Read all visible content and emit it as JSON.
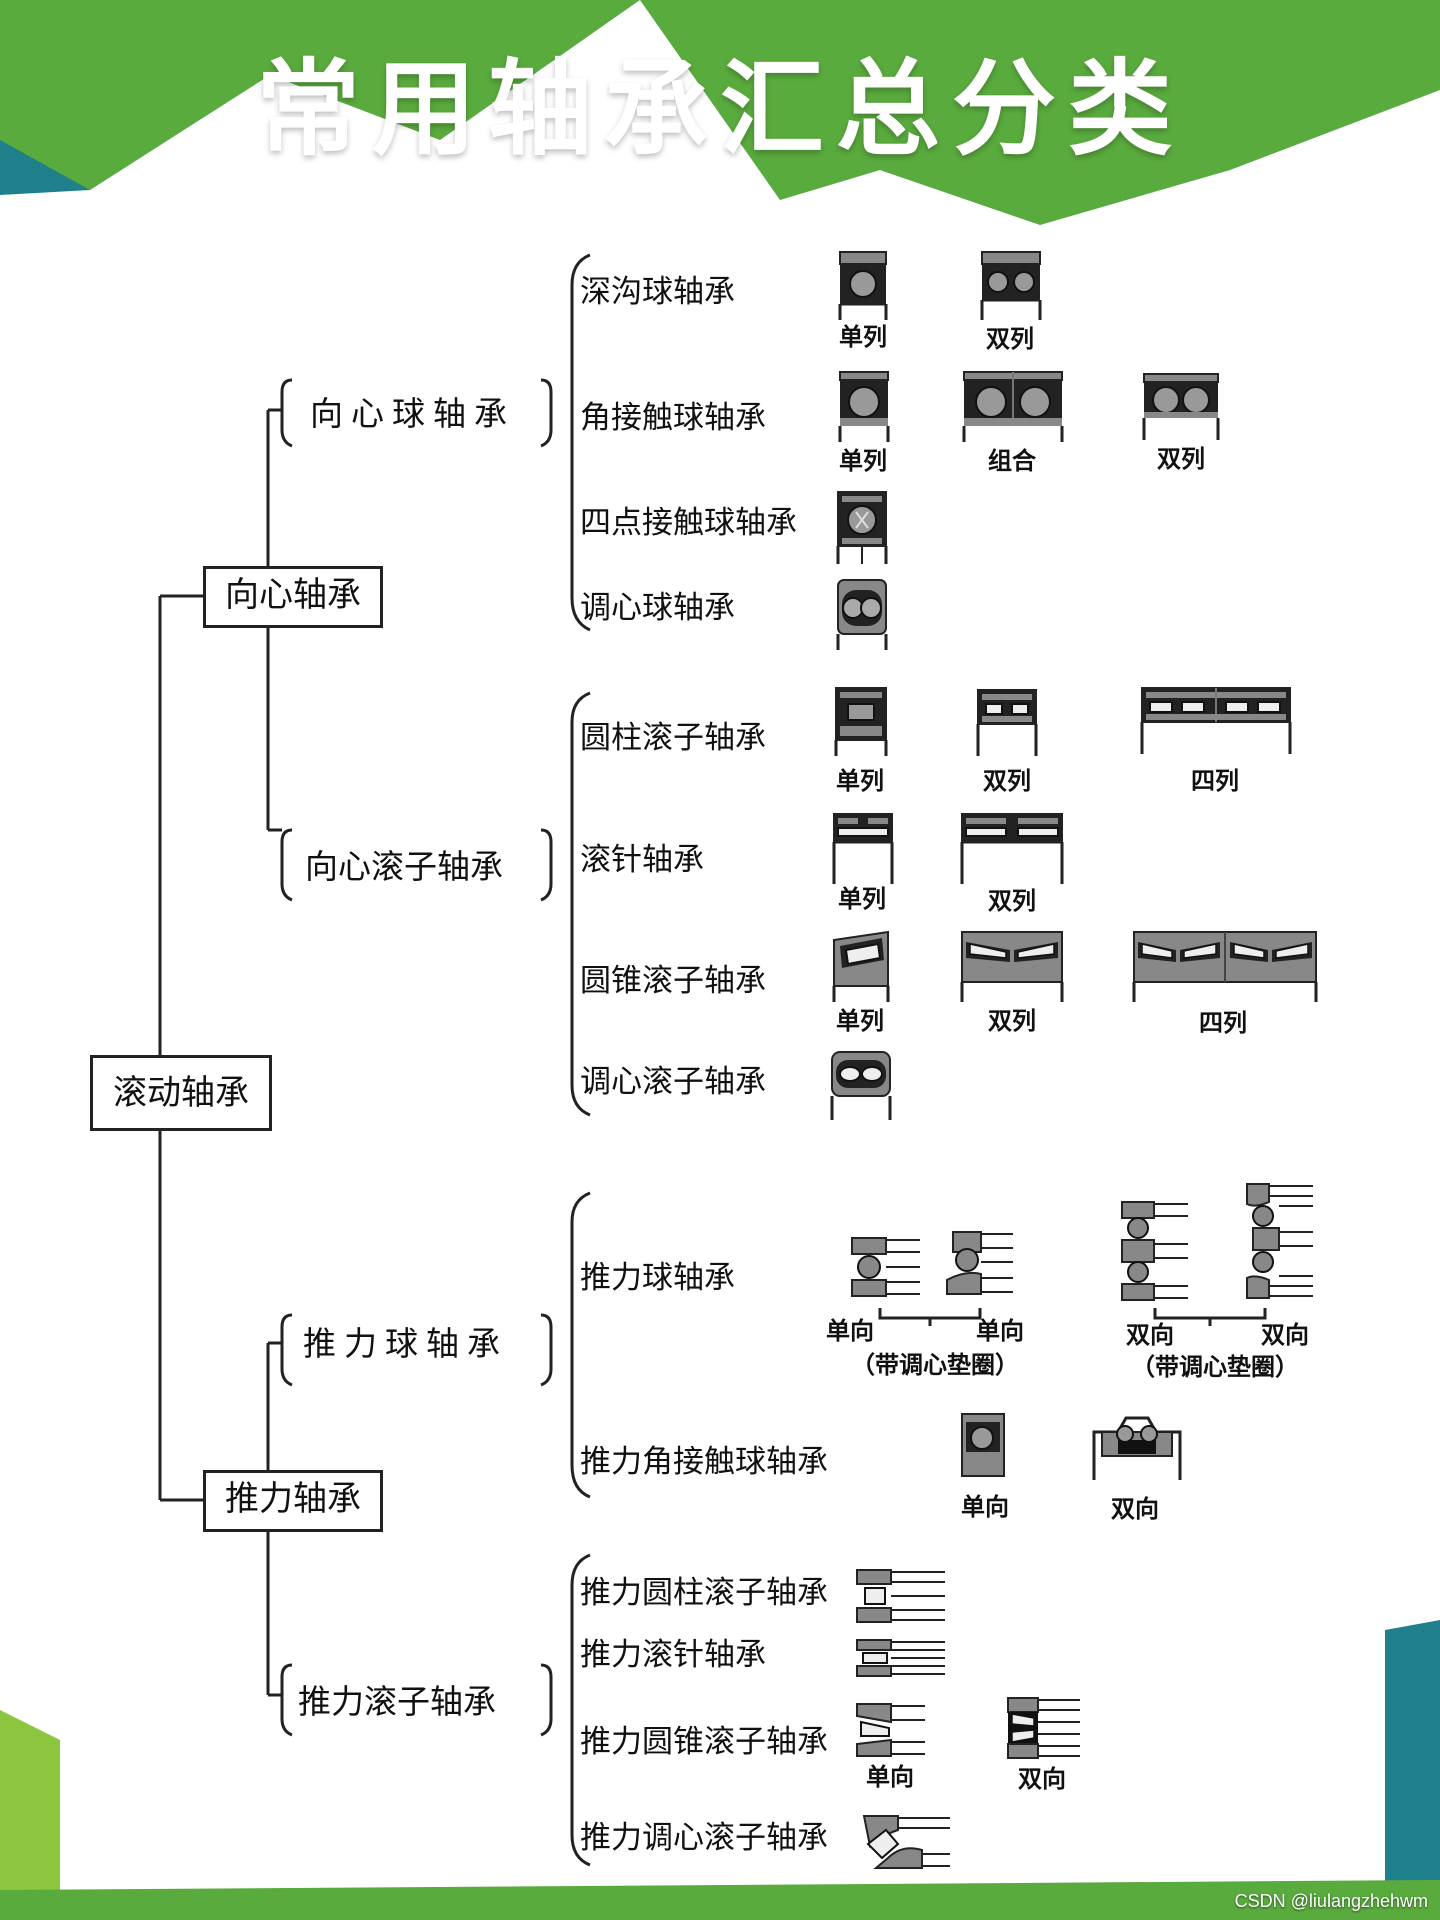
{
  "colors": {
    "teal": "#1f7f8a",
    "green": "#5aab3e",
    "lime": "#8cc63f",
    "line": "#222222",
    "icon_gray": "#8c8c8c"
  },
  "title": "常用轴承汇总分类",
  "root": "滚动轴承",
  "level1": [
    {
      "label": "向心轴承",
      "groups": [
        {
          "label": "向心球轴承",
          "types": [
            {
              "name": "深沟球轴承",
              "variants": [
                "单列",
                "双列"
              ]
            },
            {
              "name": "角接触球轴承",
              "variants": [
                "单列",
                "组合",
                "双列"
              ]
            },
            {
              "name": "四点接触球轴承",
              "variants": []
            },
            {
              "name": "调心球轴承",
              "variants": []
            }
          ]
        },
        {
          "label": "向心滚子轴承",
          "types": [
            {
              "name": "圆柱滚子轴承",
              "variants": [
                "单列",
                "双列",
                "四列"
              ]
            },
            {
              "name": "滚针轴承",
              "variants": [
                "单列",
                "双列"
              ]
            },
            {
              "name": "圆锥滚子轴承",
              "variants": [
                "单列",
                "双列",
                "四列"
              ]
            },
            {
              "name": "调心滚子轴承",
              "variants": []
            }
          ]
        }
      ]
    },
    {
      "label": "推力轴承",
      "groups": [
        {
          "label": "推力球轴承",
          "types": [
            {
              "name": "推力球轴承",
              "variants": [
                "单向",
                "单向",
                "（带调心垫圈）",
                "双向",
                "双向",
                "（带调心垫圈）"
              ]
            },
            {
              "name": "推力角接触球轴承",
              "variants": [
                "单向",
                "双向"
              ]
            }
          ]
        },
        {
          "label": "推力滚子轴承",
          "types": [
            {
              "name": "推力圆柱滚子轴承",
              "variants": []
            },
            {
              "name": "推力滚针轴承",
              "variants": []
            },
            {
              "name": "推力圆锥滚子轴承",
              "variants": [
                "单向",
                "双向"
              ]
            },
            {
              "name": "推力调心滚子轴承",
              "variants": []
            }
          ]
        }
      ]
    }
  ],
  "watermark": "CSDN @liulangzhehwm"
}
